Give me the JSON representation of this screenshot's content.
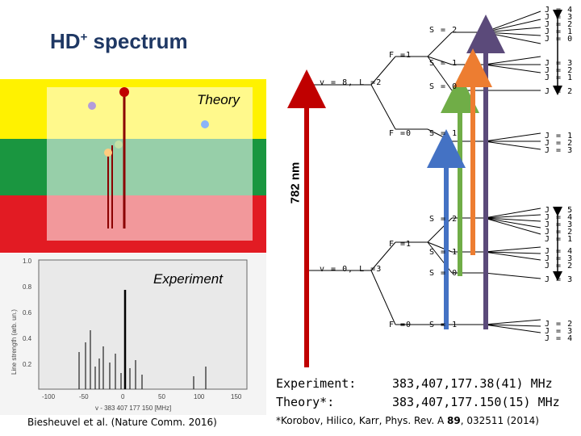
{
  "title": {
    "main": "HD",
    "sup": "+",
    "rest": " spectrum"
  },
  "theory_label": "Theory",
  "experiment_label": "Experiment",
  "wavelength_label": "782 nm",
  "upper": {
    "vL": "v = 8, L =2",
    "F1": "F =1",
    "F0": "F =0",
    "S2": "S = 2",
    "S1a": "S = 1",
    "S0": "S = 0",
    "S1b": "S = 1",
    "J_S2": "J = 4\nJ = 3\nJ = 2\nJ = 1\nJ = 0",
    "J_S1a": "J = 3\nJ = 2\nJ = 1",
    "J_S0": "J = 2",
    "J_S1b": "J = 1\nJ = 2\nJ = 3"
  },
  "lower": {
    "vL": "v = 0, L =3",
    "F1": "F =1",
    "F0": "F =0",
    "S2": "S = 2",
    "S1a": "S = 1",
    "S0": "S = 0",
    "S1b": "S = 1",
    "J_S2": "J = 5\nJ = 4\nJ = 3\nJ = 2\nJ = 1",
    "J_S1a": "J = 4\nJ = 3\nJ = 2",
    "J_S0": "J = 3",
    "J_S1b": "J = 2\nJ = 3\nJ = 4"
  },
  "results": {
    "exp_label": "Experiment:",
    "theory_label": "Theory*:",
    "exp_value": "383,407,177.38(41)  MHz",
    "theory_value": "383,407,177.150(15) MHz"
  },
  "citation_exp": "Biesheuvel et al. (Nature Comm. 2016)",
  "citation_theory": {
    "a": "*Korobov, Hilico, Karr, Phys. Rev. A ",
    "b": "89",
    "c": ", 032511 (2014)"
  },
  "plot": {
    "ylabel": "Line strength (arb. un.)",
    "xlabel": "v - 383 407 177 150 [MHz]",
    "xticks": [
      "-100",
      "-50",
      "0",
      "50",
      "100",
      "150"
    ],
    "yticks": [
      "1.0",
      "0.8",
      "0.6",
      "0.4",
      "0.2"
    ]
  },
  "colors": {
    "yellow": "#fff200",
    "green": "#1a9640",
    "red": "#e21b23",
    "title": "#1f3864",
    "arrow_red": "#c00000",
    "arrow_blue": "#4472c4",
    "arrow_orange": "#ed7d31",
    "arrow_green": "#70ad47",
    "arrow_purple": "#5b4a7a"
  }
}
